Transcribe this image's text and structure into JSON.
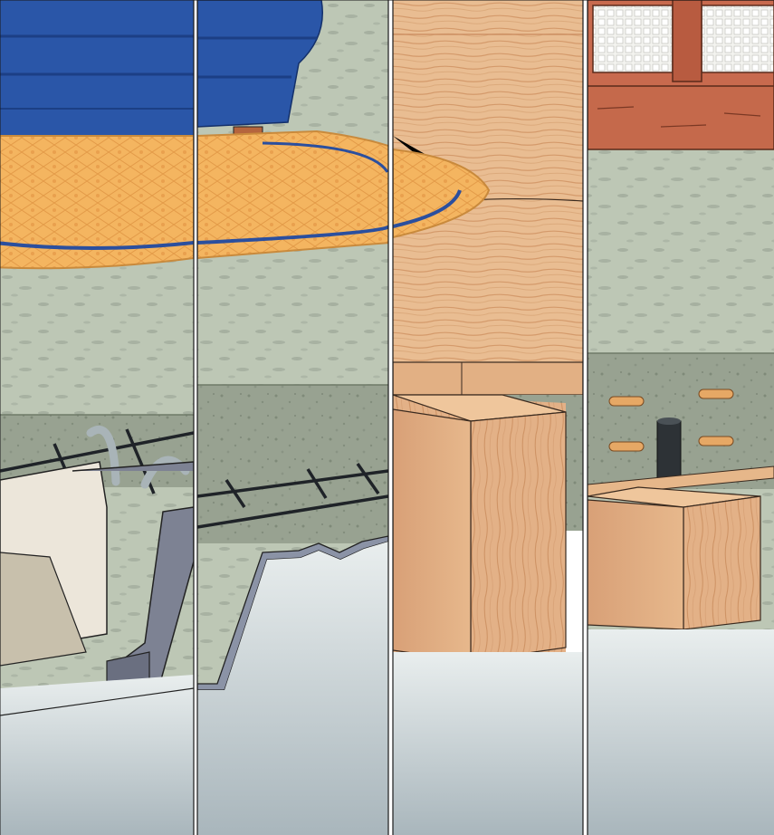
{
  "illustration": {
    "panels": [
      {
        "id": "panel-1",
        "content": "precast-concrete-floor-beam"
      },
      {
        "id": "panel-2",
        "content": "reinforced-screed-on-profiled-deck"
      },
      {
        "id": "panel-3",
        "content": "timber-floor-on-joists"
      },
      {
        "id": "panel-4",
        "content": "slab-with-dowels-on-timber-block"
      }
    ],
    "colors": {
      "sofa": "#2a56a8",
      "rug": "#f2b25c",
      "rug_border": "#2b4f9e",
      "carpet": "#bfc8b6",
      "screed": "#9aa593",
      "timber": "#e6b78a",
      "window_frame": "#c86a4e",
      "concrete": "#e8e2d6",
      "steel_profile": "#7d8293",
      "rebar": "#1f2328",
      "subfloor": "#b9c4c8"
    }
  }
}
